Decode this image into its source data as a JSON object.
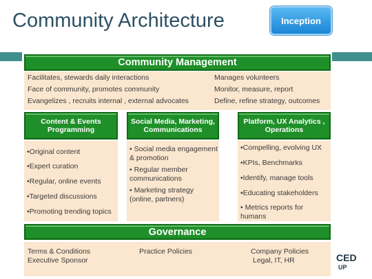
{
  "slide": {
    "title": "Community Architecture",
    "badge": "Inception"
  },
  "community_management": {
    "header": "Community Management",
    "left": [
      "Facilitates, stewards daily interactions",
      "Face of community, promotes community",
      "Evangelizes , recruits internal , external advocates"
    ],
    "right": [
      "Manages volunteers",
      "Monitor, measure, report",
      "Define, refine strategy, outcomes"
    ]
  },
  "columns": [
    {
      "header": "Content & Events Programming",
      "items": [
        "•Original content",
        "•Expert curation",
        "•Regular, online events",
        "•Targeted discussions",
        "•Promoting trending topics"
      ]
    },
    {
      "header": "Social Media, Marketing, Communications",
      "items": [
        "• Social media engagement & promotion",
        "• Regular member communications",
        "• Marketing strategy (online, partners)"
      ]
    },
    {
      "header": "Platform, UX Analytics , Operations",
      "items": [
        "•Compelling, evolving UX",
        "•KPIs, Benchmarks",
        "•Identify, manage tools",
        "•Educating stakeholders",
        "• Metrics reports for humans"
      ]
    }
  ],
  "governance": {
    "header": "Governance",
    "items": [
      "Terms & Conditions",
      "Executive Sponsor",
      "Practice Policies",
      "Company Policies",
      "Legal, IT, HR"
    ]
  },
  "logo": {
    "line1": "CED",
    "line2": "UP"
  },
  "colors": {
    "band": "#1f8f29",
    "body": "#fbe6cf",
    "title": "#2d4f63",
    "stripe": "#3f8f8f",
    "badge": "#2a95e0"
  }
}
